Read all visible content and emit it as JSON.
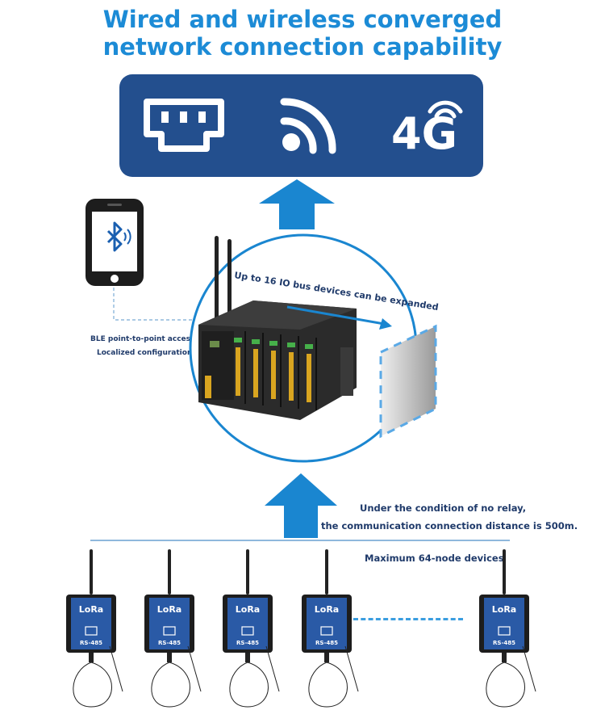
{
  "title": {
    "line1": "Wired and wireless converged",
    "line2": "network connection capability"
  },
  "network_icons": [
    "ethernet-port-icon",
    "wifi-icon",
    "4g-icon"
  ],
  "network_4g_label": "4G",
  "ble": {
    "line1": "BLE point-to-point access",
    "line2": "Localized configuration"
  },
  "expansion_label": "Up to 16 IO bus devices can be expanded",
  "lora_note": {
    "line1": "Under the condition of no relay,",
    "line2": "the communication connection distance is 500m.",
    "line3": "Maximum 64-node devices"
  },
  "module": {
    "brand": "LoRa",
    "interface": "RS-485"
  },
  "colors": {
    "title": "#1c8bd6",
    "box": "#234f8e",
    "arrow": "#1a86d0",
    "caption": "#1f3a6a"
  }
}
